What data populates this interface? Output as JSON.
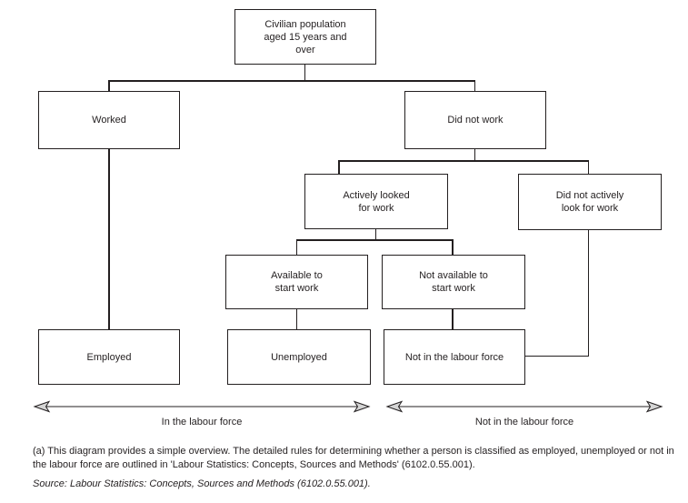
{
  "nodes": {
    "civilian_population": "Civilian population\naged 15 years and\nover",
    "worked": "Worked",
    "did_not_work": "Did not work",
    "actively_looked": "Actively looked\nfor work",
    "did_not_actively_look": "Did not actively\nlook for work",
    "available_to_start": "Available to\nstart work",
    "not_available_to_start": "Not available to\nstart work",
    "employed": "Employed",
    "unemployed": "Unemployed",
    "not_in_labour_force": "Not in the labour force"
  },
  "axes": {
    "in_labour_force": "In the labour force",
    "not_in_labour_force": "Not in the labour force"
  },
  "footnote": "(a) This diagram provides a simple overview. The detailed rules for determining whether a person is classified as employed, unemployed or not in the labour force are outlined in 'Labour Statistics: Concepts, Sources and Methods' (6102.0.55.001).",
  "source": "Source: Labour Statistics: Concepts, Sources and Methods (6102.0.55.001).",
  "colors": {
    "line": "#231f20",
    "text": "#231f20",
    "background": "#ffffff",
    "arrowhead_fill": "#d4d4d4"
  }
}
